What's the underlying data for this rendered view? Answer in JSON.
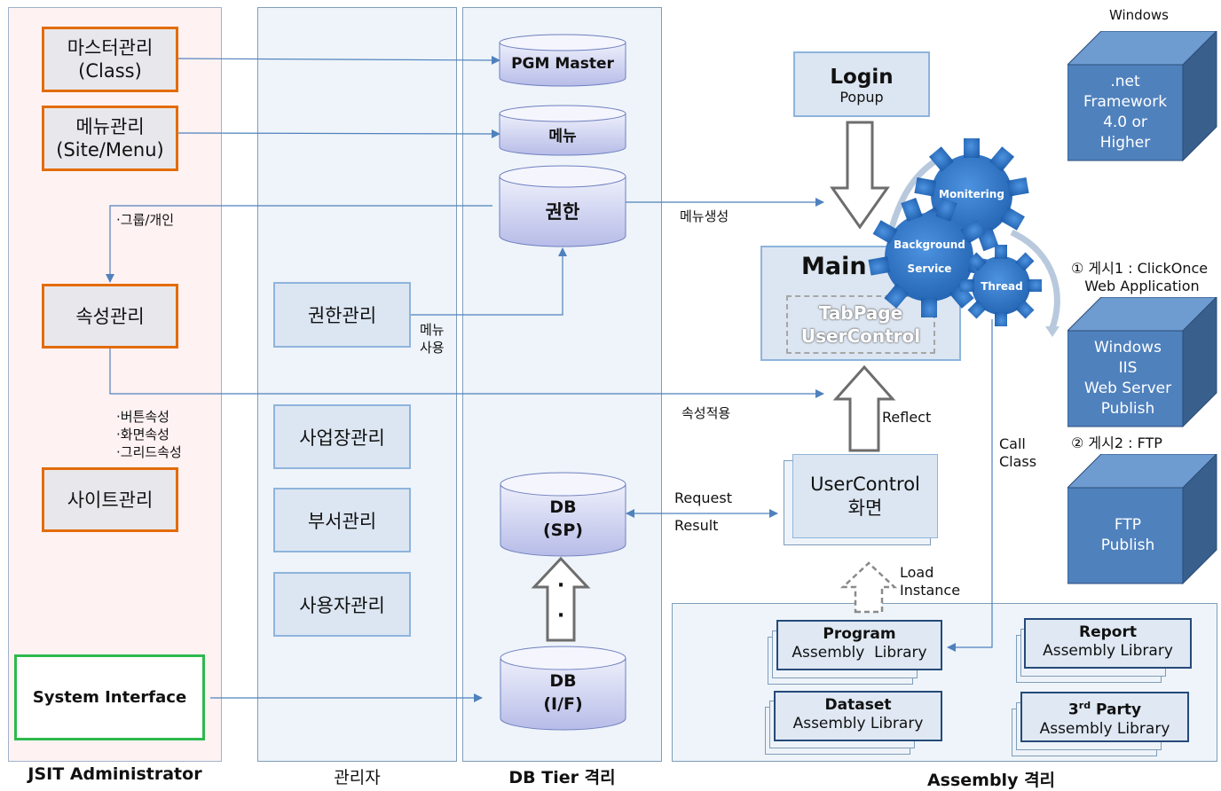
{
  "panels": {
    "admin_title": "JSIT Administrator",
    "manager_title": "관리자",
    "dbtier_title": "DB Tier 격리",
    "assembly_title": "Assembly 격리"
  },
  "admin": {
    "master": "마스터관리\n(Class)",
    "menu": "메뉴관리\n(Site/Menu)",
    "attribute": "속성관리",
    "site": "사이트관리",
    "system_interface": "System Interface",
    "group_note": "·그룹/개인",
    "attr_note": "·버튼속성\n·화면속성\n·그리드속성"
  },
  "manager": {
    "auth": "권한관리",
    "business": "사업장관리",
    "department": "부서관리",
    "user": "사용자관리",
    "menu_use": "메뉴\n사용"
  },
  "db": {
    "pgm_master": "PGM Master",
    "menu": "메뉴",
    "auth": "권한",
    "db_sp": "DB\n(SP)",
    "dot": "·",
    "db_if": "DB\n(I/F)"
  },
  "app": {
    "login_title": "Login",
    "login_sub": "Popup",
    "main_title": "Main",
    "tabpage": "TabPage\nUserControl",
    "menu_create": "메뉴생성",
    "attr_apply": "속성적용",
    "reflect": "Reflect",
    "usercontrol": "UserControl\n화면",
    "request": "Request",
    "result": "Result",
    "load_instance": "Load\nInstance",
    "call_class": "Call\nClass"
  },
  "gears": {
    "monitoring": "Monitering",
    "background": "Background",
    "service": "Service",
    "thread": "Thread"
  },
  "libraries": {
    "program_title": "Program",
    "program_sub": "Assembly  Library",
    "report_title": "Report",
    "report_sub": "Assembly Library",
    "dataset_title": "Dataset",
    "dataset_sub": "Assembly Library",
    "thirdparty_prefix": "3",
    "thirdparty_sup": "rd",
    "thirdparty_title": " Party",
    "thirdparty_sub": "Assembly Library"
  },
  "deploy": {
    "windows_label": "Windows",
    "framework": ".net\nFramework\n4.0 or\nHigher",
    "deploy1": "① 게시1 : ClickOnce\n   Web Application",
    "iis": "Windows\nIIS\nWeb Server\nPublish",
    "deploy2": "② 게시2 : FTP",
    "ftp": "FTP\nPublish"
  },
  "colors": {
    "orange_border": "#e36c09",
    "green_border": "#2db94d",
    "arrow_blue": "#4f81bd",
    "cube_front": "#4f81bd",
    "cube_side": "#395f8d",
    "gear_blue": "#2e74c4"
  }
}
